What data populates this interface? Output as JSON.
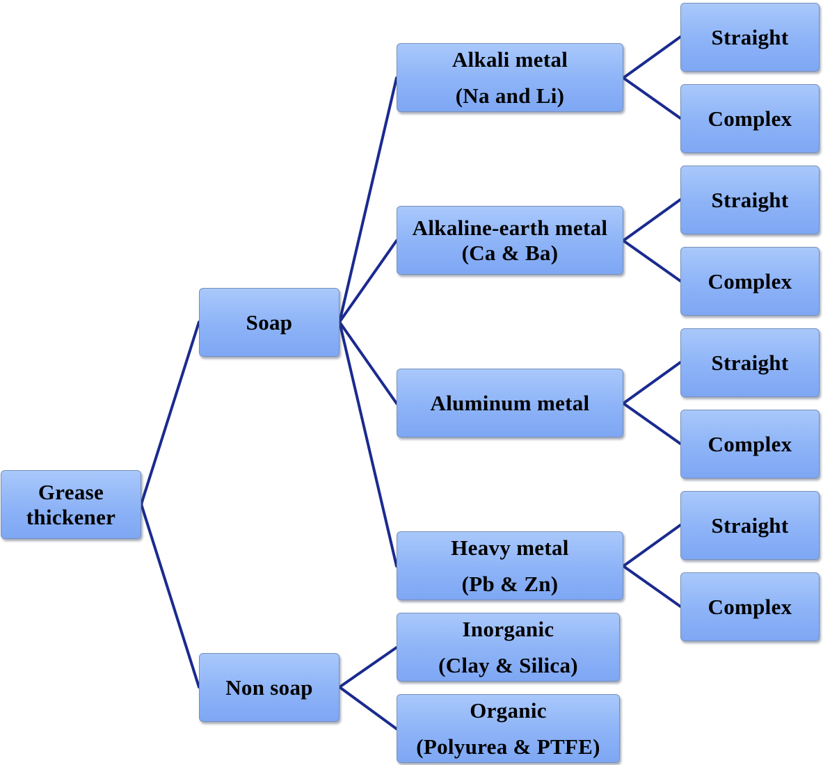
{
  "diagram": {
    "root": {
      "line1": "Grease",
      "line2": "thickener"
    },
    "soap": {
      "label": "Soap",
      "alkali": {
        "line1": "Alkali metal",
        "line2": "(Na and Li)"
      },
      "alkaline_earth": {
        "line1": "Alkaline-earth metal",
        "line2": "(Ca & Ba)"
      },
      "aluminum": {
        "label": "Aluminum metal"
      },
      "heavy": {
        "line1": "Heavy metal",
        "line2": "(Pb & Zn)"
      }
    },
    "non_soap": {
      "label": "Non soap",
      "inorganic": {
        "line1": "Inorganic",
        "line2": "(Clay & Silica)"
      },
      "organic": {
        "line1": "Organic",
        "line2": "(Polyurea & PTFE)"
      }
    },
    "leaves": {
      "alkali_straight": "Straight",
      "alkali_complex": "Complex",
      "alkaline_earth_straight": "Straight",
      "alkaline_earth_complex": "Complex",
      "aluminum_straight": "Straight",
      "aluminum_complex": "Complex",
      "heavy_straight": "Straight",
      "heavy_complex": "Complex"
    }
  }
}
